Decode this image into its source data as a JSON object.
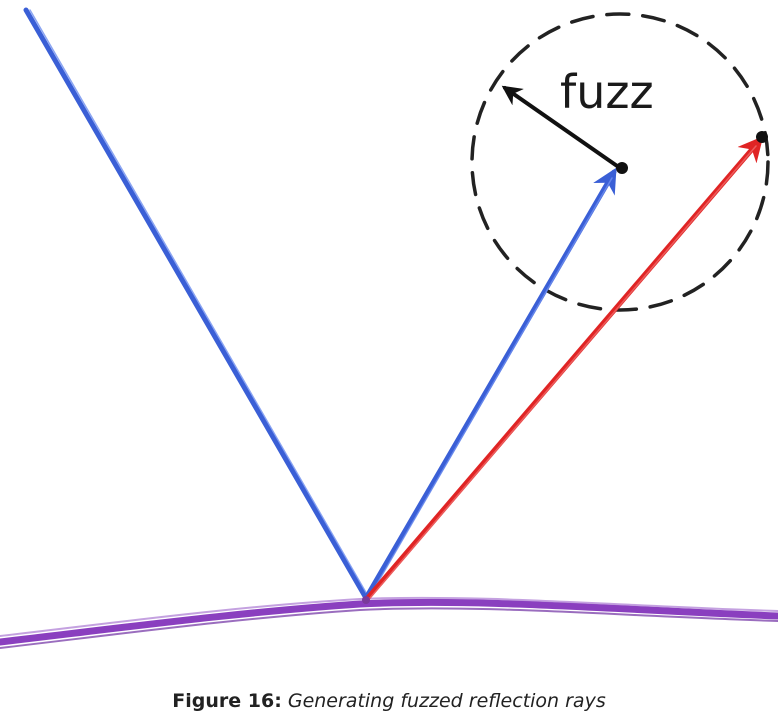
{
  "diagram": {
    "fuzz_label": "fuzz",
    "colors": {
      "incident_ray": "#3a5fd6",
      "reflected_ray": "#3a5fd6",
      "fuzzed_ray": "#e02424",
      "surface": "#8a3fbf",
      "fuzz_sphere": "#222222",
      "fuzz_radius_arrow": "#111111"
    }
  },
  "caption": {
    "label": "Figure 16:",
    "text": "Generating fuzzed reflection rays"
  }
}
